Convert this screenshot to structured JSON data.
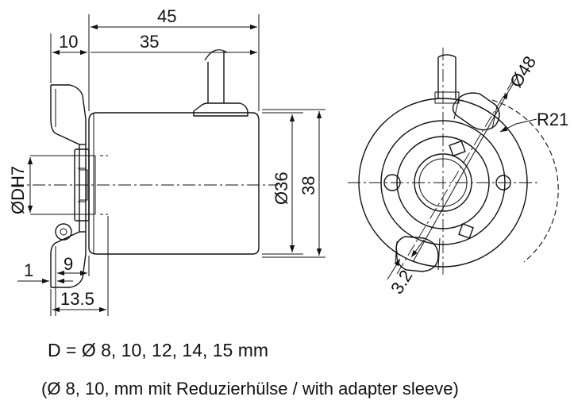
{
  "dimensions": {
    "d45": "45",
    "d10": "10",
    "d35": "35",
    "dDH7": "ØDH7",
    "d36": "Ø36",
    "d38": "38",
    "d1": "1",
    "d9": "9",
    "d13_5": "13.5",
    "d48": "Ø48",
    "dR21": "R21",
    "d3_2": "3.2"
  },
  "caption": {
    "line1": "D = Ø 8, 10, 12, 14, 15 mm",
    "line2": "(Ø 8, 10, mm mit Reduzierhülse / with adapter sleeve)"
  }
}
